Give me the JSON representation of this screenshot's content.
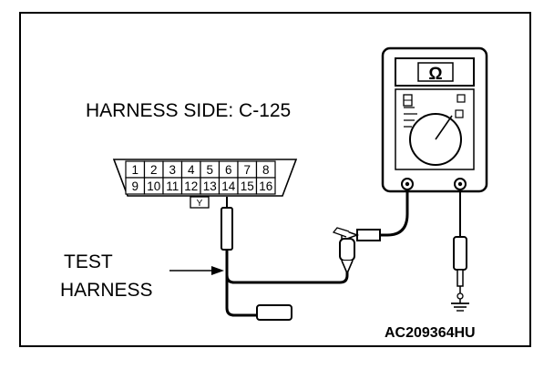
{
  "diagram": {
    "connector_label": "HARNESS SIDE: C-125",
    "harness_label": [
      "TEST",
      "HARNESS"
    ],
    "figure_code": "AC209364HU",
    "meter_symbol": "Ω",
    "connector": {
      "top_row": [
        "1",
        "2",
        "3",
        "4",
        "5",
        "6",
        "7",
        "8"
      ],
      "bottom_row": [
        "9",
        "10",
        "11",
        "12",
        "13",
        "14",
        "15",
        "16"
      ],
      "key_mark": "Y"
    },
    "icons": [
      "multimeter-icon",
      "ground-symbol-icon",
      "probe-icon",
      "connector-icon"
    ]
  }
}
